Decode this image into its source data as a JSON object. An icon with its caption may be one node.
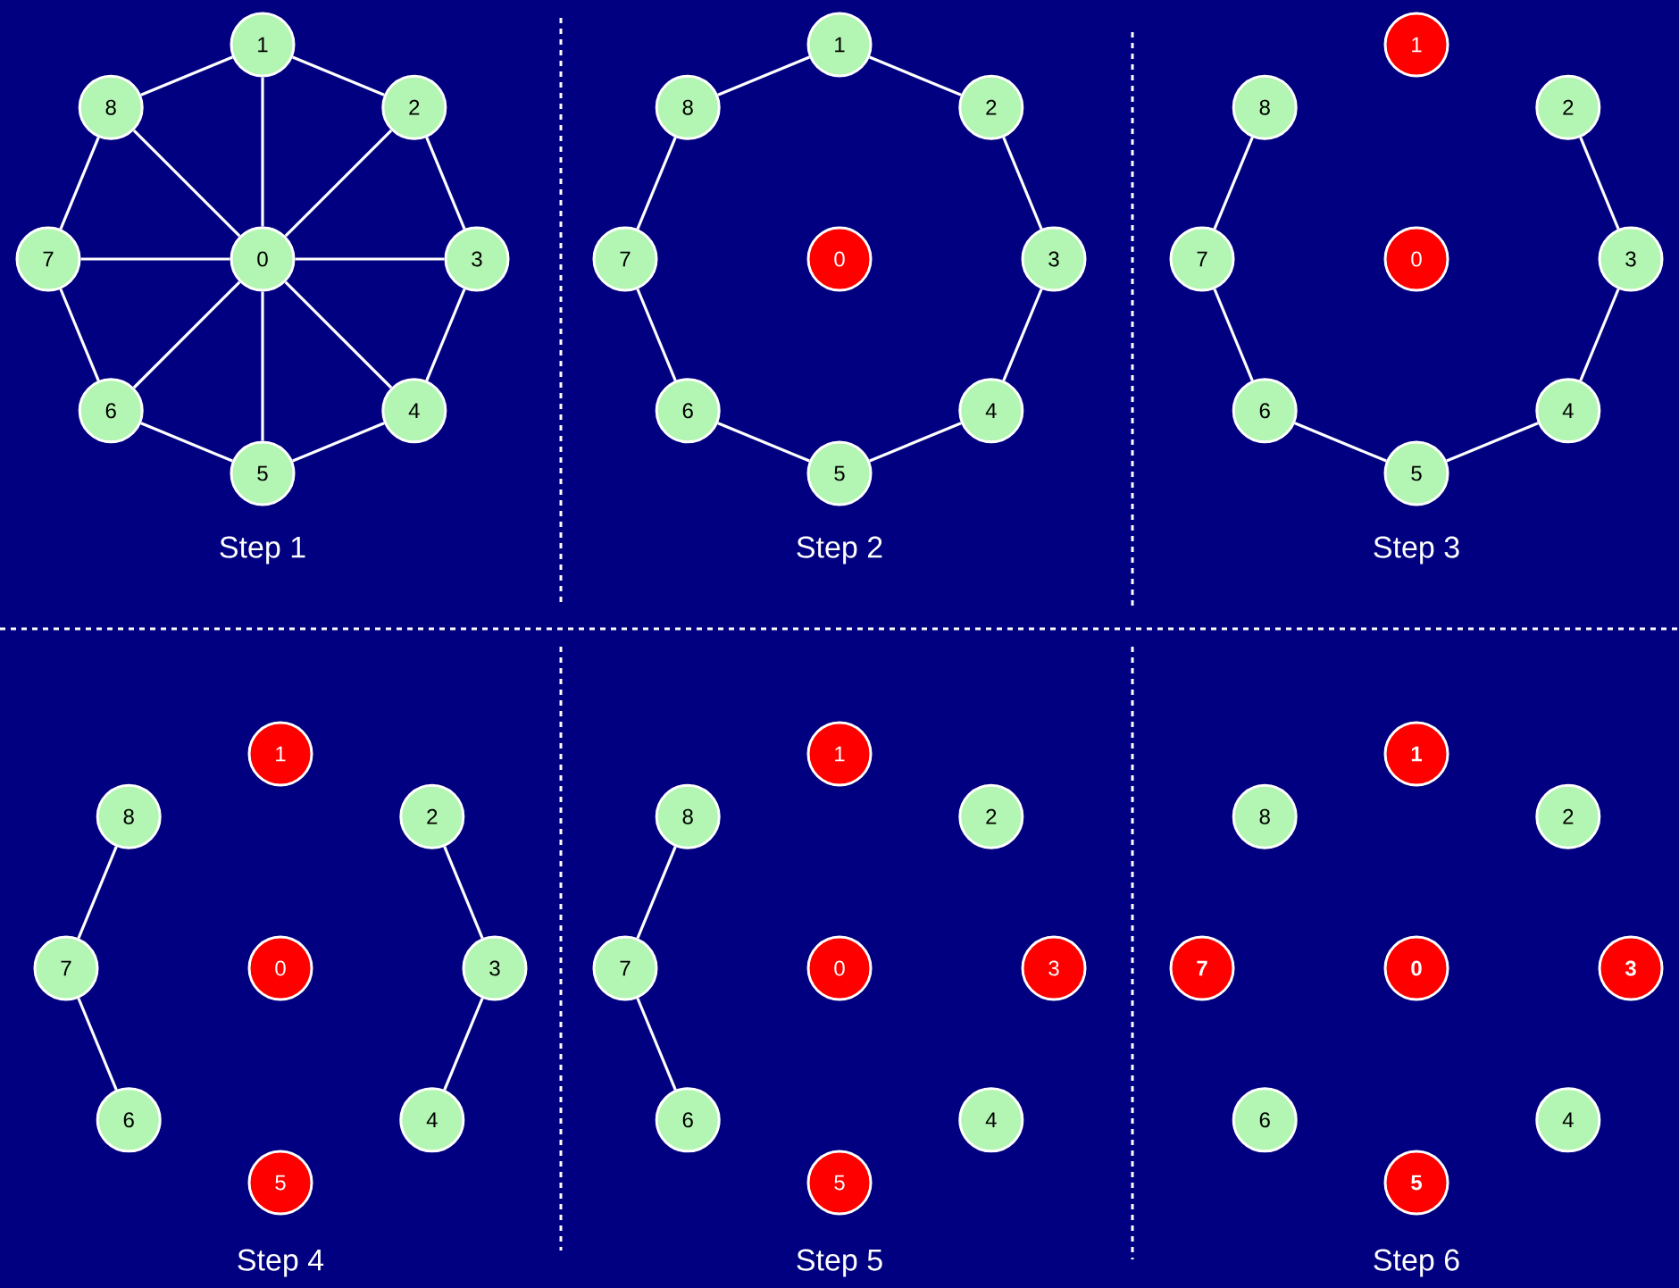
{
  "diagram": {
    "nodes": [
      {
        "text": [
          "0"
        ]
      },
      {
        "text": [
          "1"
        ]
      },
      {
        "text": [
          "2"
        ]
      },
      {
        "text": [
          "3"
        ]
      },
      {
        "text": [
          "4"
        ]
      },
      {
        "text": [
          "5"
        ]
      },
      {
        "text": [
          "6"
        ]
      },
      {
        "text": [
          "7"
        ]
      },
      {
        "text": [
          "8"
        ]
      },
      {
        "text": [
          "0"
        ]
      },
      {
        "text": [
          "1"
        ]
      },
      {
        "text": [
          "2"
        ]
      },
      {
        "text": [
          "3"
        ]
      },
      {
        "text": [
          "4"
        ]
      },
      {
        "text": [
          "5"
        ]
      },
      {
        "text": [
          "6"
        ]
      },
      {
        "text": [
          "7"
        ]
      },
      {
        "text": [
          "8"
        ]
      },
      {
        "text": [
          "0"
        ]
      },
      {
        "text": [
          "1"
        ]
      },
      {
        "text": [
          "2"
        ]
      },
      {
        "text": [
          "3"
        ]
      },
      {
        "text": [
          "4"
        ]
      },
      {
        "text": [
          "5"
        ]
      },
      {
        "text": [
          "6"
        ]
      },
      {
        "text": [
          "7"
        ]
      },
      {
        "text": [
          "8"
        ]
      },
      {
        "text": [
          "0"
        ]
      },
      {
        "text": [
          "1"
        ]
      },
      {
        "text": [
          "2"
        ]
      },
      {
        "text": [
          "3"
        ]
      },
      {
        "text": [
          "4"
        ]
      },
      {
        "text": [
          "5"
        ]
      },
      {
        "text": [
          "6"
        ]
      },
      {
        "text": [
          "7"
        ]
      },
      {
        "text": [
          "8"
        ]
      },
      {
        "text": [
          "0"
        ]
      },
      {
        "text": [
          "1"
        ]
      },
      {
        "text": [
          "2"
        ]
      },
      {
        "text": [
          "3"
        ]
      },
      {
        "text": [
          "4"
        ]
      },
      {
        "text": [
          "5"
        ]
      },
      {
        "text": [
          "6"
        ]
      },
      {
        "text": [
          "7"
        ]
      },
      {
        "text": [
          "8"
        ]
      },
      {
        "text": [
          "0"
        ]
      },
      {
        "text": [
          "1"
        ]
      },
      {
        "text": [
          "2"
        ]
      },
      {
        "text": [
          "3"
        ]
      },
      {
        "text": [
          "4"
        ]
      },
      {
        "text": [
          "5"
        ]
      },
      {
        "text": [
          "6"
        ]
      },
      {
        "text": [
          "7"
        ]
      },
      {
        "text": [
          "8"
        ]
      }
    ],
    "edges": [
      {
        "from": 1,
        "to": 2,
        "arrow": "none"
      },
      {
        "from": 2,
        "to": 3,
        "arrow": "none"
      },
      {
        "from": 3,
        "to": 4,
        "arrow": "none"
      },
      {
        "from": 4,
        "to": 5,
        "arrow": "none"
      },
      {
        "from": 5,
        "to": 6,
        "arrow": "none"
      },
      {
        "from": 6,
        "to": 7,
        "arrow": "none"
      },
      {
        "from": 7,
        "to": 8,
        "arrow": "none"
      },
      {
        "from": 8,
        "to": 1,
        "arrow": "none"
      },
      {
        "from": 0,
        "to": 1,
        "arrow": "none"
      },
      {
        "from": 0,
        "to": 2,
        "arrow": "none"
      },
      {
        "from": 0,
        "to": 3,
        "arrow": "none"
      },
      {
        "from": 0,
        "to": 4,
        "arrow": "none"
      },
      {
        "from": 0,
        "to": 5,
        "arrow": "none"
      },
      {
        "from": 0,
        "to": 6,
        "arrow": "none"
      },
      {
        "from": 0,
        "to": 7,
        "arrow": "none"
      },
      {
        "from": 0,
        "to": 8,
        "arrow": "none"
      },
      {
        "from": 10,
        "to": 11,
        "arrow": "none"
      },
      {
        "from": 11,
        "to": 12,
        "arrow": "none"
      },
      {
        "from": 12,
        "to": 13,
        "arrow": "none"
      },
      {
        "from": 13,
        "to": 14,
        "arrow": "none"
      },
      {
        "from": 14,
        "to": 15,
        "arrow": "none"
      },
      {
        "from": 15,
        "to": 16,
        "arrow": "none"
      },
      {
        "from": 16,
        "to": 17,
        "arrow": "none"
      },
      {
        "from": 17,
        "to": 10,
        "arrow": "none"
      },
      {
        "from": 20,
        "to": 21,
        "arrow": "none"
      },
      {
        "from": 21,
        "to": 22,
        "arrow": "none"
      },
      {
        "from": 22,
        "to": 23,
        "arrow": "none"
      },
      {
        "from": 23,
        "to": 24,
        "arrow": "none"
      },
      {
        "from": 24,
        "to": 25,
        "arrow": "none"
      },
      {
        "from": 25,
        "to": 26,
        "arrow": "none"
      },
      {
        "from": 29,
        "to": 30,
        "arrow": "none"
      },
      {
        "from": 30,
        "to": 31,
        "arrow": "none"
      },
      {
        "from": 33,
        "to": 34,
        "arrow": "none"
      },
      {
        "from": 34,
        "to": 35,
        "arrow": "none"
      },
      {
        "from": 42,
        "to": 43,
        "arrow": "none"
      },
      {
        "from": 43,
        "to": 44,
        "arrow": "none"
      }
    ],
    "labels": [
      "Step 1",
      "Step 2",
      "Step 3",
      "Step 4",
      "Step 5",
      "Step 6"
    ]
  }
}
